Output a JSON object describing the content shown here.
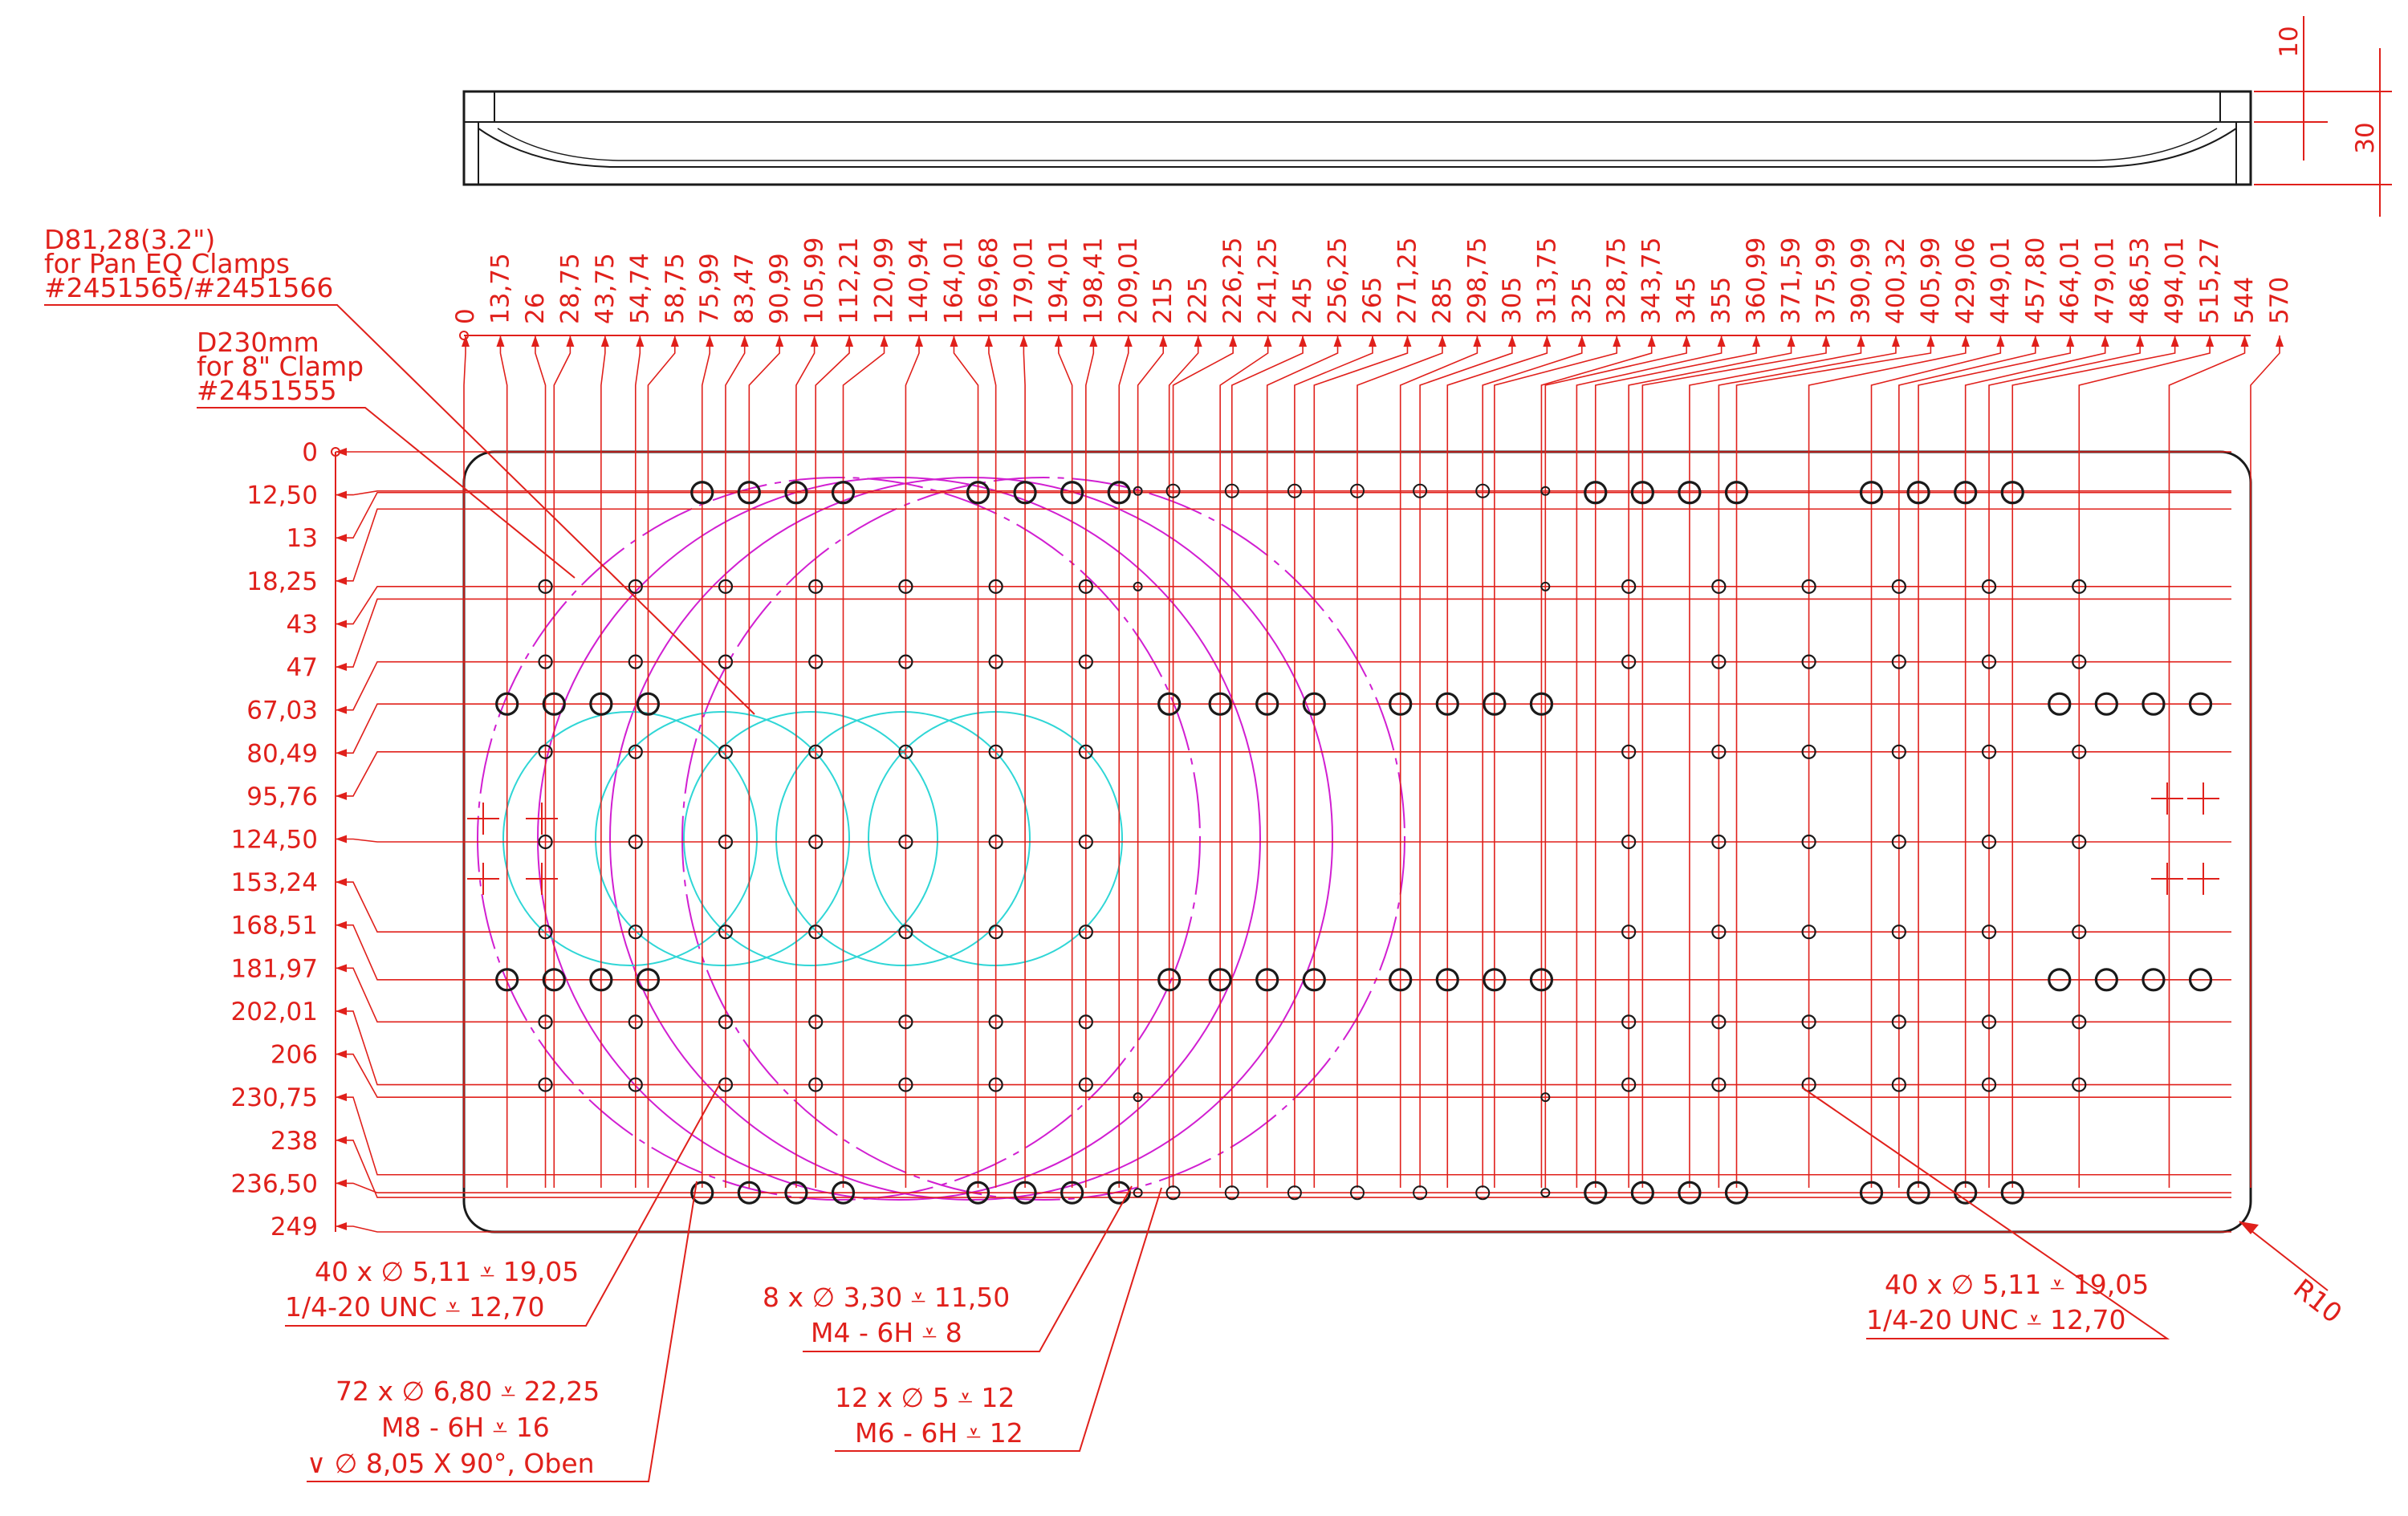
{
  "colors": {
    "dimension": "#e0201b",
    "outline": "#1a1a1a",
    "circle_large": "#d11fd1",
    "circle_small": "#2fd6d6"
  },
  "x_dims": [
    "0",
    "13,75",
    "26",
    "28,75",
    "43,75",
    "54,74",
    "58,75",
    "75,99",
    "83,47",
    "90,99",
    "105,99",
    "112,21",
    "120,99",
    "140,94",
    "164,01",
    "169,68",
    "179,01",
    "194,01",
    "198,41",
    "209,01",
    "215",
    "225",
    "226,25",
    "241,25",
    "245",
    "256,25",
    "265",
    "271,25",
    "285",
    "298,75",
    "305",
    "313,75",
    "325",
    "328,75",
    "343,75",
    "345",
    "355",
    "360,99",
    "371,59",
    "375,99",
    "390,99",
    "400,32",
    "405,99",
    "429,06",
    "449,01",
    "457,80",
    "464,01",
    "479,01",
    "486,53",
    "494,01",
    "515,27",
    "544",
    "570"
  ],
  "y_dims": [
    "0",
    "12,50",
    "13",
    "18,25",
    "43",
    "47",
    "67,03",
    "80,49",
    "95,76",
    "124,50",
    "153,24",
    "168,51",
    "181,97",
    "202,01",
    "206",
    "230,75",
    "238",
    "236,50",
    "249"
  ],
  "side_dims": [
    "10",
    "30"
  ],
  "notes": {
    "clamp_small": [
      "D81,28(3.2\")",
      "for Pan EQ Clamps",
      "#2451565/#2451566"
    ],
    "clamp_large": [
      "D230mm",
      "for 8\" Clamp",
      "#2451555"
    ],
    "holes_left": [
      "40 x ∅ 5,11 ⩡ 19,05",
      "1/4-20 UNC  ⩡ 12,70"
    ],
    "holes_m4": [
      "8 x ∅ 3,30 ⩡ 11,50",
      "M4 - 6H ⩡ 8"
    ],
    "holes_m8": [
      "72 x ∅ 6,80 ⩡ 22,25",
      "M8 - 6H ⩡ 16",
      "∨  ∅ 8,05 X 90°, Oben"
    ],
    "holes_m6": [
      "12 x ∅ 5 ⩡ 12",
      "M6 - 6H ⩡ 12"
    ],
    "holes_right": [
      "40 x ∅ 5,11 ⩡ 19,05",
      "1/4-20 UNC  ⩡ 12,70"
    ],
    "radius": "R10"
  }
}
